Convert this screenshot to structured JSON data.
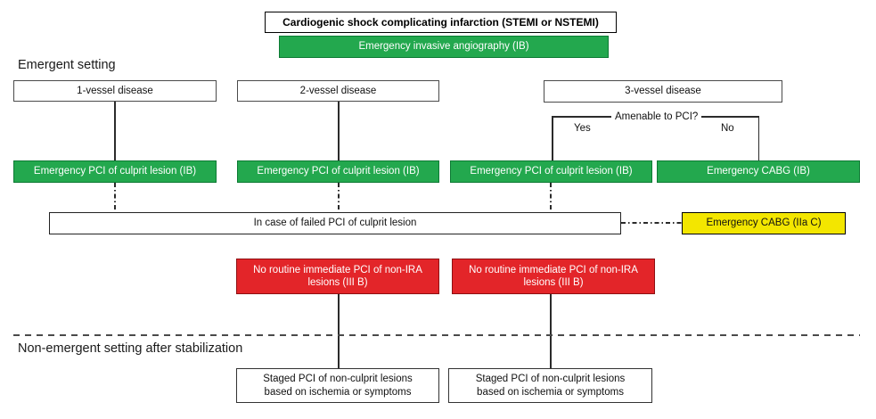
{
  "diagram": {
    "title": "Cardiogenic shock complicating infarction (STEMI or NSTEMI)",
    "sections": {
      "emergent": "Emergent setting",
      "non_emergent": "Non-emergent setting after stabilization"
    },
    "decision": {
      "question": "Amenable to PCI?",
      "yes_label": "Yes",
      "no_label": "No"
    },
    "colors": {
      "green": "#23a84e",
      "red": "#e32529",
      "yellow": "#f3e600",
      "box_white": "#ffffff"
    },
    "nodes": {
      "angiography": {
        "label": "Emergency invasive angiography (IB)",
        "class": "IB"
      },
      "vessel1": {
        "label": "1-vessel disease"
      },
      "vessel2": {
        "label": "2-vessel disease"
      },
      "vessel3": {
        "label": "3-vessel disease"
      },
      "pci_culprit1": {
        "label": "Emergency PCI of culprit lesion (IB)",
        "class": "IB"
      },
      "pci_culprit2": {
        "label": "Emergency PCI of culprit lesion (IB)",
        "class": "IB"
      },
      "pci_culprit3": {
        "label": "Emergency PCI of culprit lesion (IB)",
        "class": "IB"
      },
      "cabg_emergency": {
        "label": "Emergency CABG (IB)",
        "class": "IB"
      },
      "failed_pci": {
        "label": "In case of failed PCI of culprit lesion"
      },
      "cabg_failed": {
        "label": "Emergency CABG (IIa C)",
        "class": "IIa C"
      },
      "no_routine1": {
        "line1": "No routine immediate PCI of non-IRA",
        "line2": "lesions (III B)",
        "class": "III B"
      },
      "no_routine2": {
        "line1": "No routine immediate PCI of non-IRA",
        "line2": "lesions (III B)",
        "class": "III B"
      },
      "staged1": {
        "line1": "Staged PCI of non-culprit lesions",
        "line2": "based on ischemia or symptoms"
      },
      "staged2": {
        "line1": "Staged PCI of non-culprit lesions",
        "line2": "based on ischemia or symptoms"
      }
    }
  }
}
